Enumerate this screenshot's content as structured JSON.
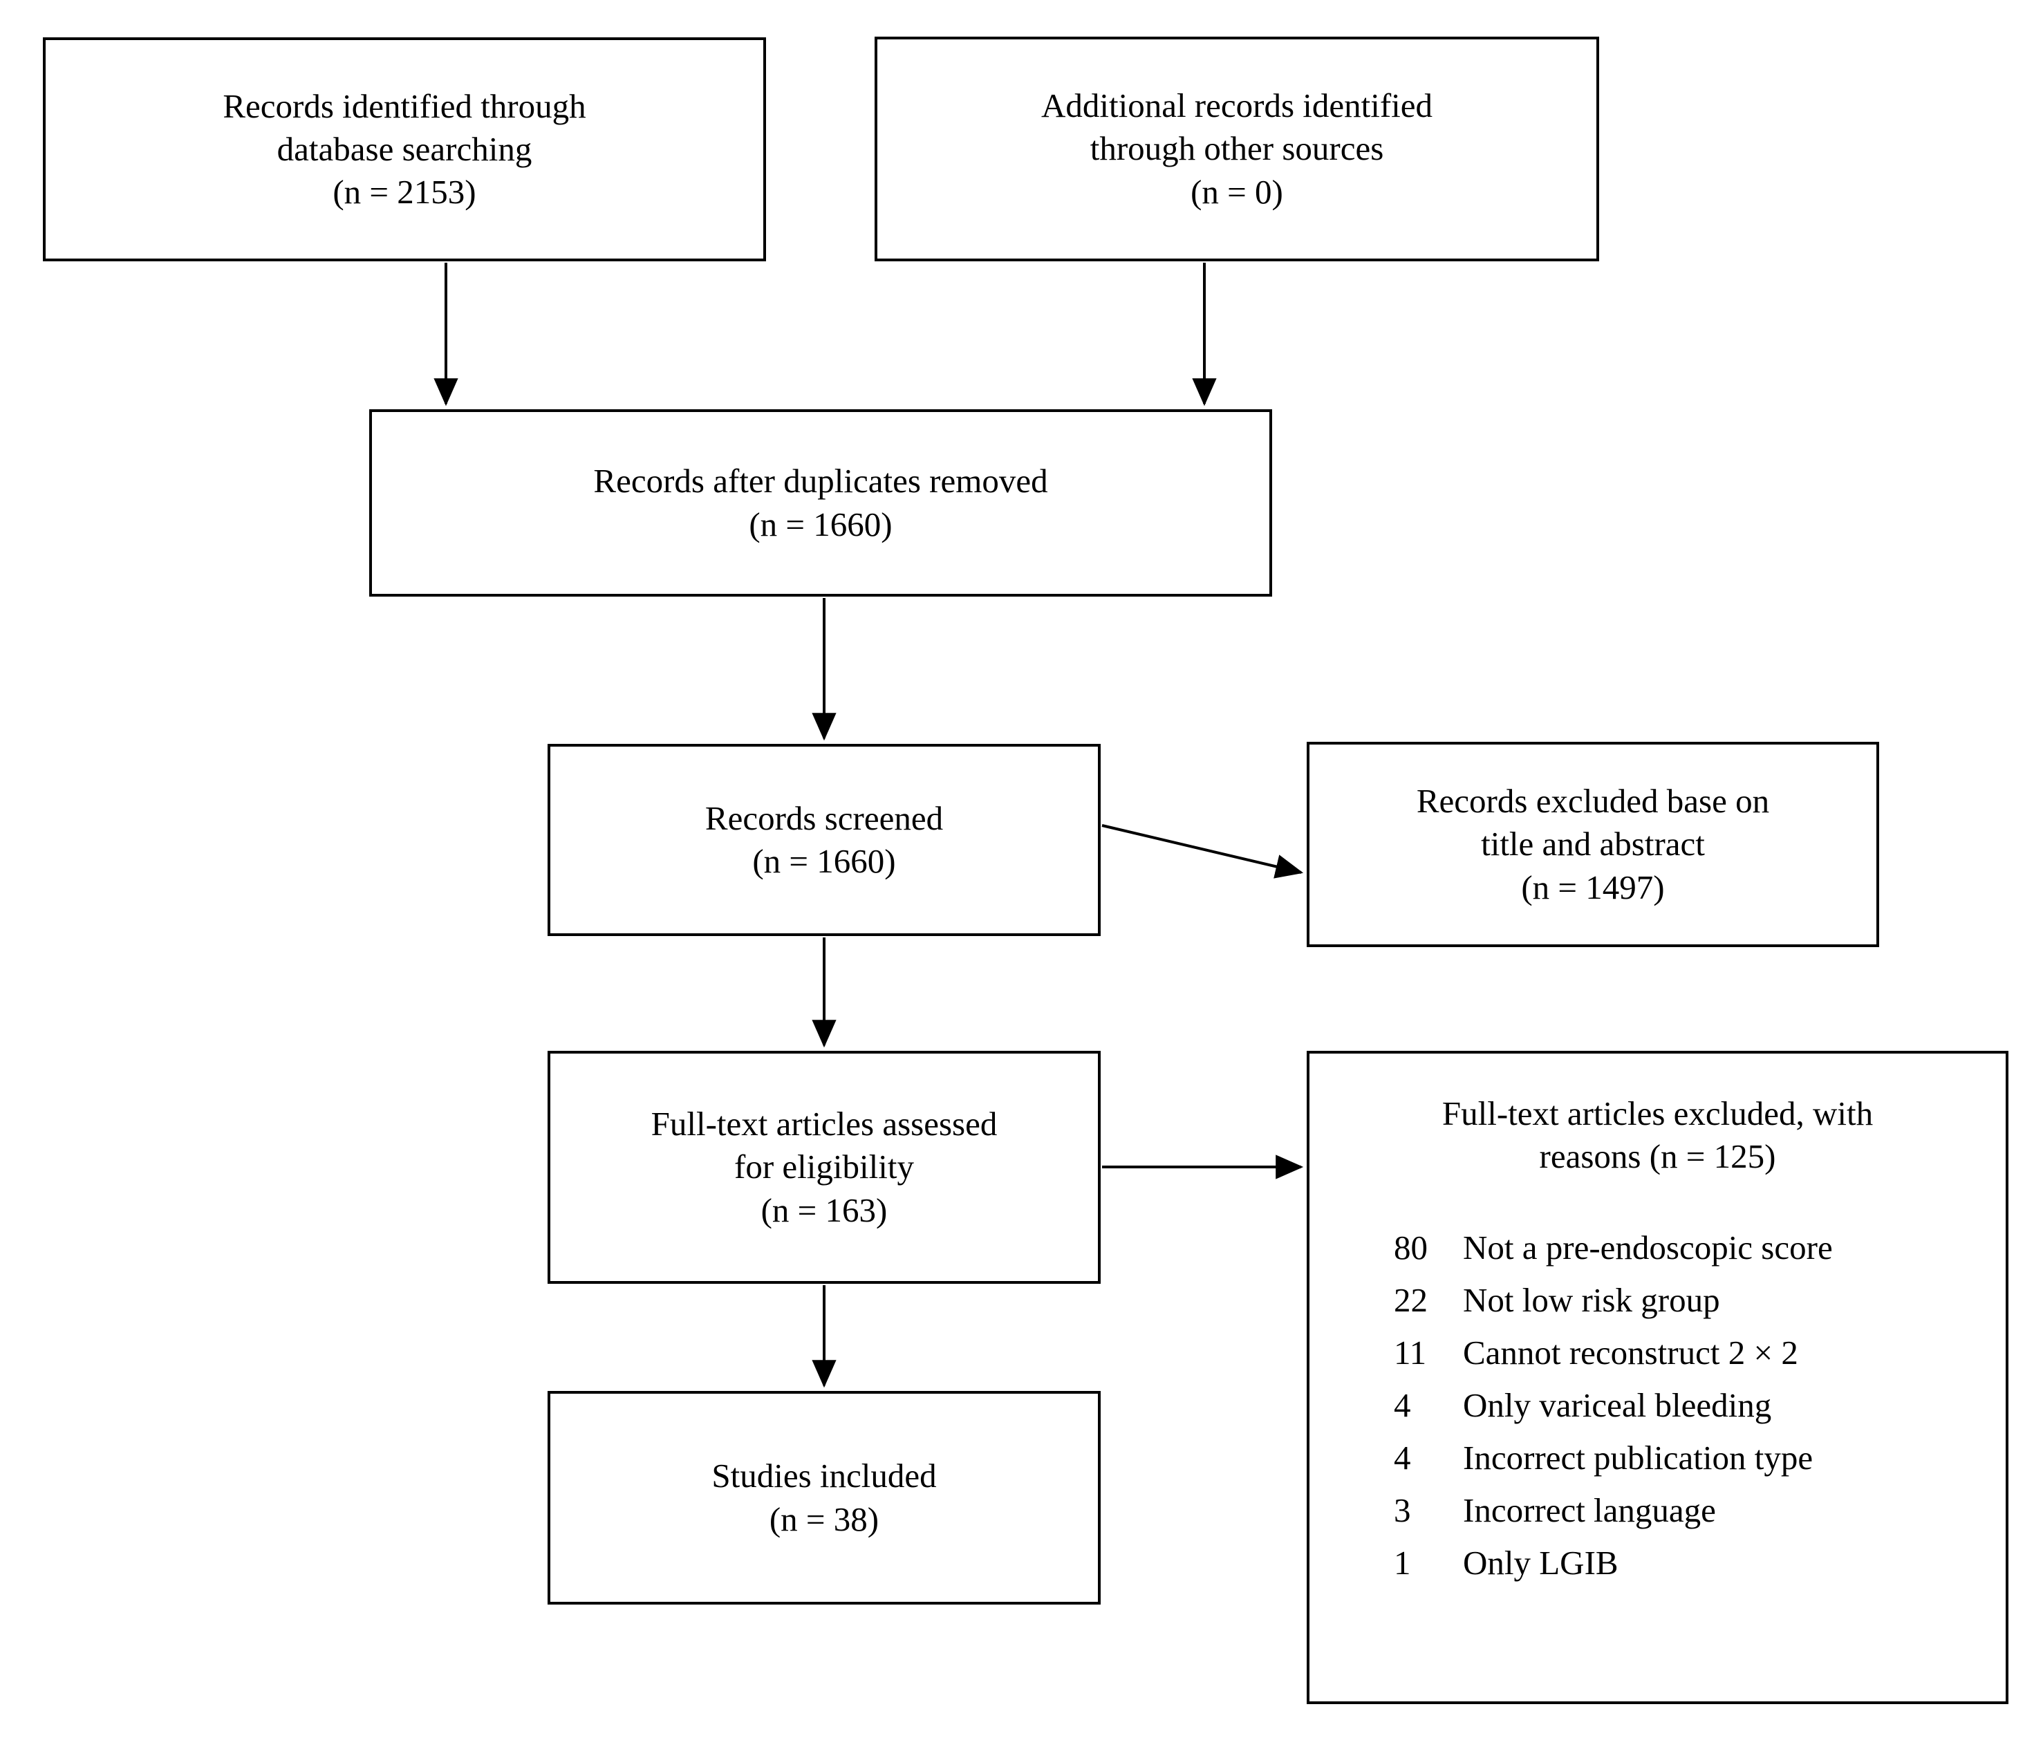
{
  "diagram": {
    "type": "prisma-flow-diagram",
    "colors": {
      "stroke": "#000000",
      "background": "#ffffff",
      "text": "#000000"
    },
    "nodes": {
      "identified": {
        "lines": [
          "Records identified through",
          "database searching",
          "(n = 2153)"
        ],
        "count": 2153
      },
      "additional": {
        "lines": [
          "Additional records identified",
          "through other sources",
          "(n = 0)"
        ],
        "count": 0
      },
      "duplicates": {
        "lines": [
          "Records after duplicates removed",
          "(n = 1660)"
        ],
        "count": 1660
      },
      "screened": {
        "lines": [
          "Records screened",
          "(n = 1660)"
        ],
        "count": 1660
      },
      "excluded_title_abstract": {
        "lines": [
          "Records excluded base on",
          "title and abstract",
          "(n = 1497)"
        ],
        "count": 1497
      },
      "fulltext_assessed": {
        "lines": [
          "Full-text articles assessed",
          "for eligibility",
          "(n = 163)"
        ],
        "count": 163
      },
      "studies_included": {
        "lines": [
          "Studies included",
          "(n = 38)"
        ],
        "count": 38
      },
      "fulltext_excluded": {
        "heading_lines": [
          "Full-text articles excluded, with",
          "reasons (n = 125)"
        ],
        "total": 125,
        "reasons": [
          {
            "count": "80",
            "label": "Not a pre-endoscopic score"
          },
          {
            "count": "22",
            "label": "Not low risk group"
          },
          {
            "count": "11",
            "label": "Cannot reconstruct 2 × 2"
          },
          {
            "count": "4",
            "label": "Only variceal bleeding"
          },
          {
            "count": "4",
            "label": "Incorrect publication type"
          },
          {
            "count": "3",
            "label": "Incorrect language"
          },
          {
            "count": "1",
            "label": "Only LGIB"
          }
        ]
      }
    },
    "edges": [
      {
        "from": "identified",
        "to": "duplicates",
        "style": "arrow"
      },
      {
        "from": "additional",
        "to": "duplicates",
        "style": "arrow"
      },
      {
        "from": "duplicates",
        "to": "screened",
        "style": "arrow"
      },
      {
        "from": "screened",
        "to": "excluded_title_abstract",
        "style": "arrow"
      },
      {
        "from": "screened",
        "to": "fulltext_assessed",
        "style": "arrow"
      },
      {
        "from": "fulltext_assessed",
        "to": "fulltext_excluded",
        "style": "arrow"
      },
      {
        "from": "fulltext_assessed",
        "to": "studies_included",
        "style": "arrow"
      }
    ]
  }
}
